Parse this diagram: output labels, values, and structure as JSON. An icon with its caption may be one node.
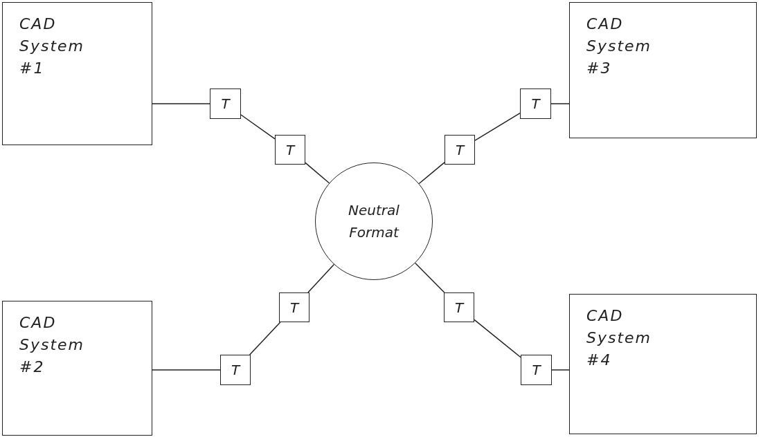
{
  "diagram": {
    "nodes": [
      {
        "text": [
          "CAD System #1"
        ]
      },
      {
        "text": [
          "T"
        ]
      },
      {
        "text": [
          "CAD System #3"
        ]
      },
      {
        "text": [
          "T"
        ]
      },
      {
        "text": [
          "T"
        ]
      },
      {
        "text": [
          "T"
        ]
      },
      {
        "text": [
          "Neutral Format"
        ]
      },
      {
        "text": [
          "T"
        ]
      },
      {
        "text": [
          "T"
        ]
      },
      {
        "text": [
          "CAD System #2"
        ]
      },
      {
        "text": [
          "T"
        ]
      },
      {
        "text": [
          "T"
        ]
      },
      {
        "text": [
          "CAD System #4"
        ]
      }
    ],
    "edges": [
      {
        "from": 0,
        "to": 1,
        "arrow": "none"
      },
      {
        "from": 1,
        "to": 4,
        "arrow": "none"
      },
      {
        "from": 4,
        "to": 6,
        "arrow": "none"
      },
      {
        "from": 2,
        "to": 3,
        "arrow": "none"
      },
      {
        "from": 3,
        "to": 5,
        "arrow": "none"
      },
      {
        "from": 5,
        "to": 6,
        "arrow": "none"
      },
      {
        "from": 9,
        "to": 10,
        "arrow": "none"
      },
      {
        "from": 10,
        "to": 7,
        "arrow": "none"
      },
      {
        "from": 7,
        "to": 6,
        "arrow": "none"
      },
      {
        "from": 12,
        "to": 11,
        "arrow": "none"
      },
      {
        "from": 11,
        "to": 8,
        "arrow": "none"
      },
      {
        "from": 8,
        "to": 6,
        "arrow": "none"
      }
    ]
  }
}
